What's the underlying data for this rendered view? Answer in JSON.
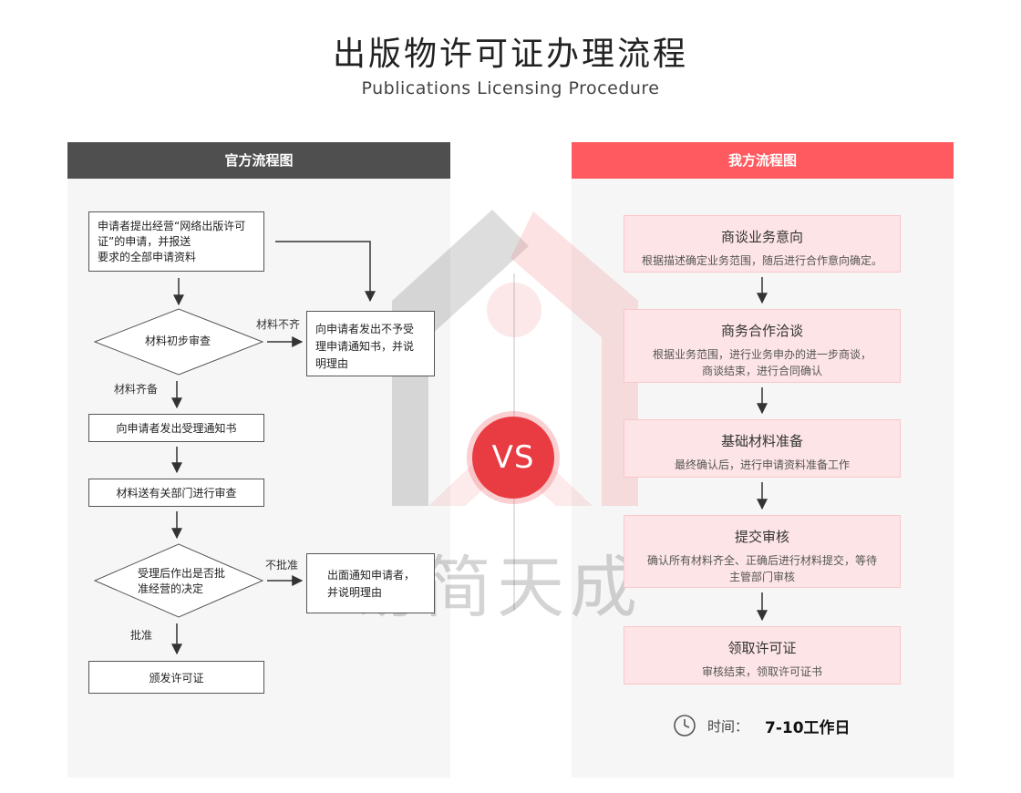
{
  "header": {
    "title": "出版物许可证办理流程",
    "subtitle": "Publications Licensing Procedure"
  },
  "left_panel": {
    "heading": "官方流程图",
    "nodes": {
      "apply": [
        "申请者提出经营“网络出版许可",
        "证”的申请，并报送",
        "要求的全部申请资料"
      ],
      "initial_review": [
        "材料初步审查"
      ],
      "reject_notice": [
        "向申请者发出不予受",
        "理申请通知书，并说",
        "明理由"
      ],
      "accept_notice": "向申请者发出受理通知书",
      "dept_review": "材料送有关部门进行审查",
      "decision": [
        "受理后作出是否批",
        "准经营的决定"
      ],
      "written_notice": [
        "出面通知申请者，",
        "并说明理由"
      ],
      "issue": "颁发许可证"
    },
    "edge_labels": {
      "incomplete": "材料不齐",
      "complete": "材料齐备",
      "not_approved": "不批准",
      "approved": "批准"
    }
  },
  "right_panel": {
    "heading": "我方流程图",
    "steps": [
      {
        "title": "商谈业务意向",
        "desc": [
          "根据描述确定业务范围，随后进行合作意向确定。"
        ]
      },
      {
        "title": "商务合作洽谈",
        "desc": [
          "根据业务范围，进行业务申办的进一步商谈，",
          "商谈结束，进行合同确认"
        ]
      },
      {
        "title": "基础材料准备",
        "desc": [
          "最终确认后，进行申请资料准备工作"
        ]
      },
      {
        "title": "提交审核",
        "desc": [
          "确认所有材料齐全、正确后进行材料提交，等待",
          "主管部门审核"
        ]
      },
      {
        "title": "领取许可证",
        "desc": [
          "审核结束，领取许可证书"
        ]
      }
    ],
    "time": {
      "icon": "clock-icon",
      "label": "时间：",
      "value": "7-10工作日"
    }
  },
  "center": {
    "vs_label": "VS",
    "watermark": "易简天成"
  },
  "colors": {
    "left_header": "#4f4f4f",
    "right_header": "#ff5a5f",
    "step_fill": "#fde4e6",
    "vs_red": "#e93b42"
  }
}
